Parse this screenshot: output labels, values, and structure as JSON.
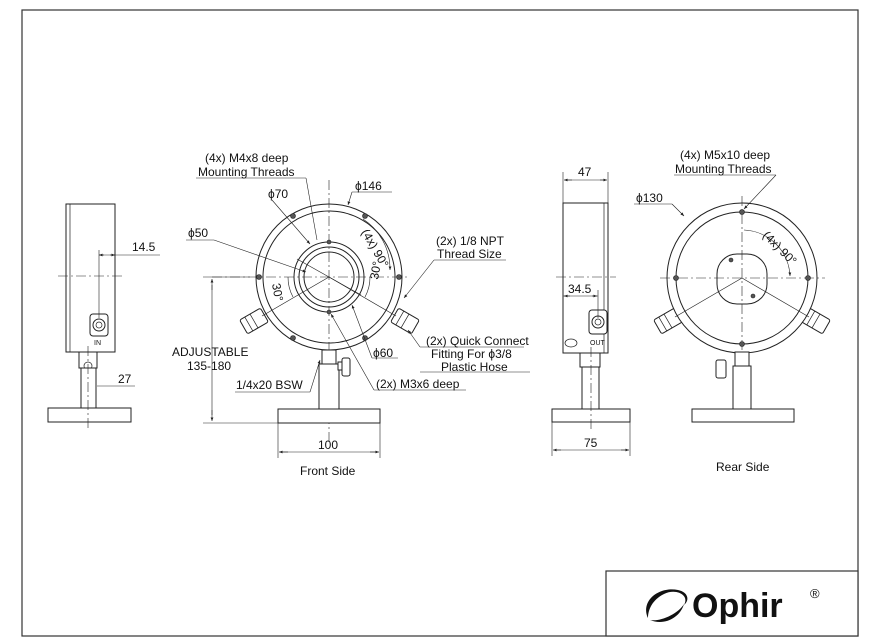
{
  "labels": {
    "front_threads_line1": "(4x) M4x8 deep",
    "front_threads_line2": "Mounting Threads",
    "dia70": "ϕ70",
    "dia146": "ϕ146",
    "dia50": "ϕ50",
    "angle_front": "(4x) 90°",
    "npt_line1": "(2x) 1/8 NPT",
    "npt_line2": "Thread Size",
    "angle30_left": "30°",
    "angle30_right": "30°",
    "quick_line1": "(2x) Quick Connect",
    "quick_line2": "Fitting For ϕ3/8",
    "quick_line3": "Plastic Hose",
    "dia60": "ϕ60",
    "m3": "(2x) M3x6 deep",
    "bsw": "1/4x20 BSW",
    "adjustable_line1": "ADJUSTABLE",
    "adjustable_line2": "135-180",
    "dim100": "100",
    "dim14_5": "14.5",
    "dim27": "27",
    "in": "IN",
    "dim47": "47",
    "dim34_5": "34.5",
    "out": "OUT",
    "dim75": "75",
    "rear_threads_line1": "(4x) M5x10 deep",
    "rear_threads_line2": "Mounting Threads",
    "dia130": "ϕ130",
    "angle_rear": "(4x) 90°"
  },
  "captions": {
    "front": "Front Side",
    "rear": "Rear Side"
  },
  "logo": {
    "name": "Ophir",
    "mark": "®"
  }
}
